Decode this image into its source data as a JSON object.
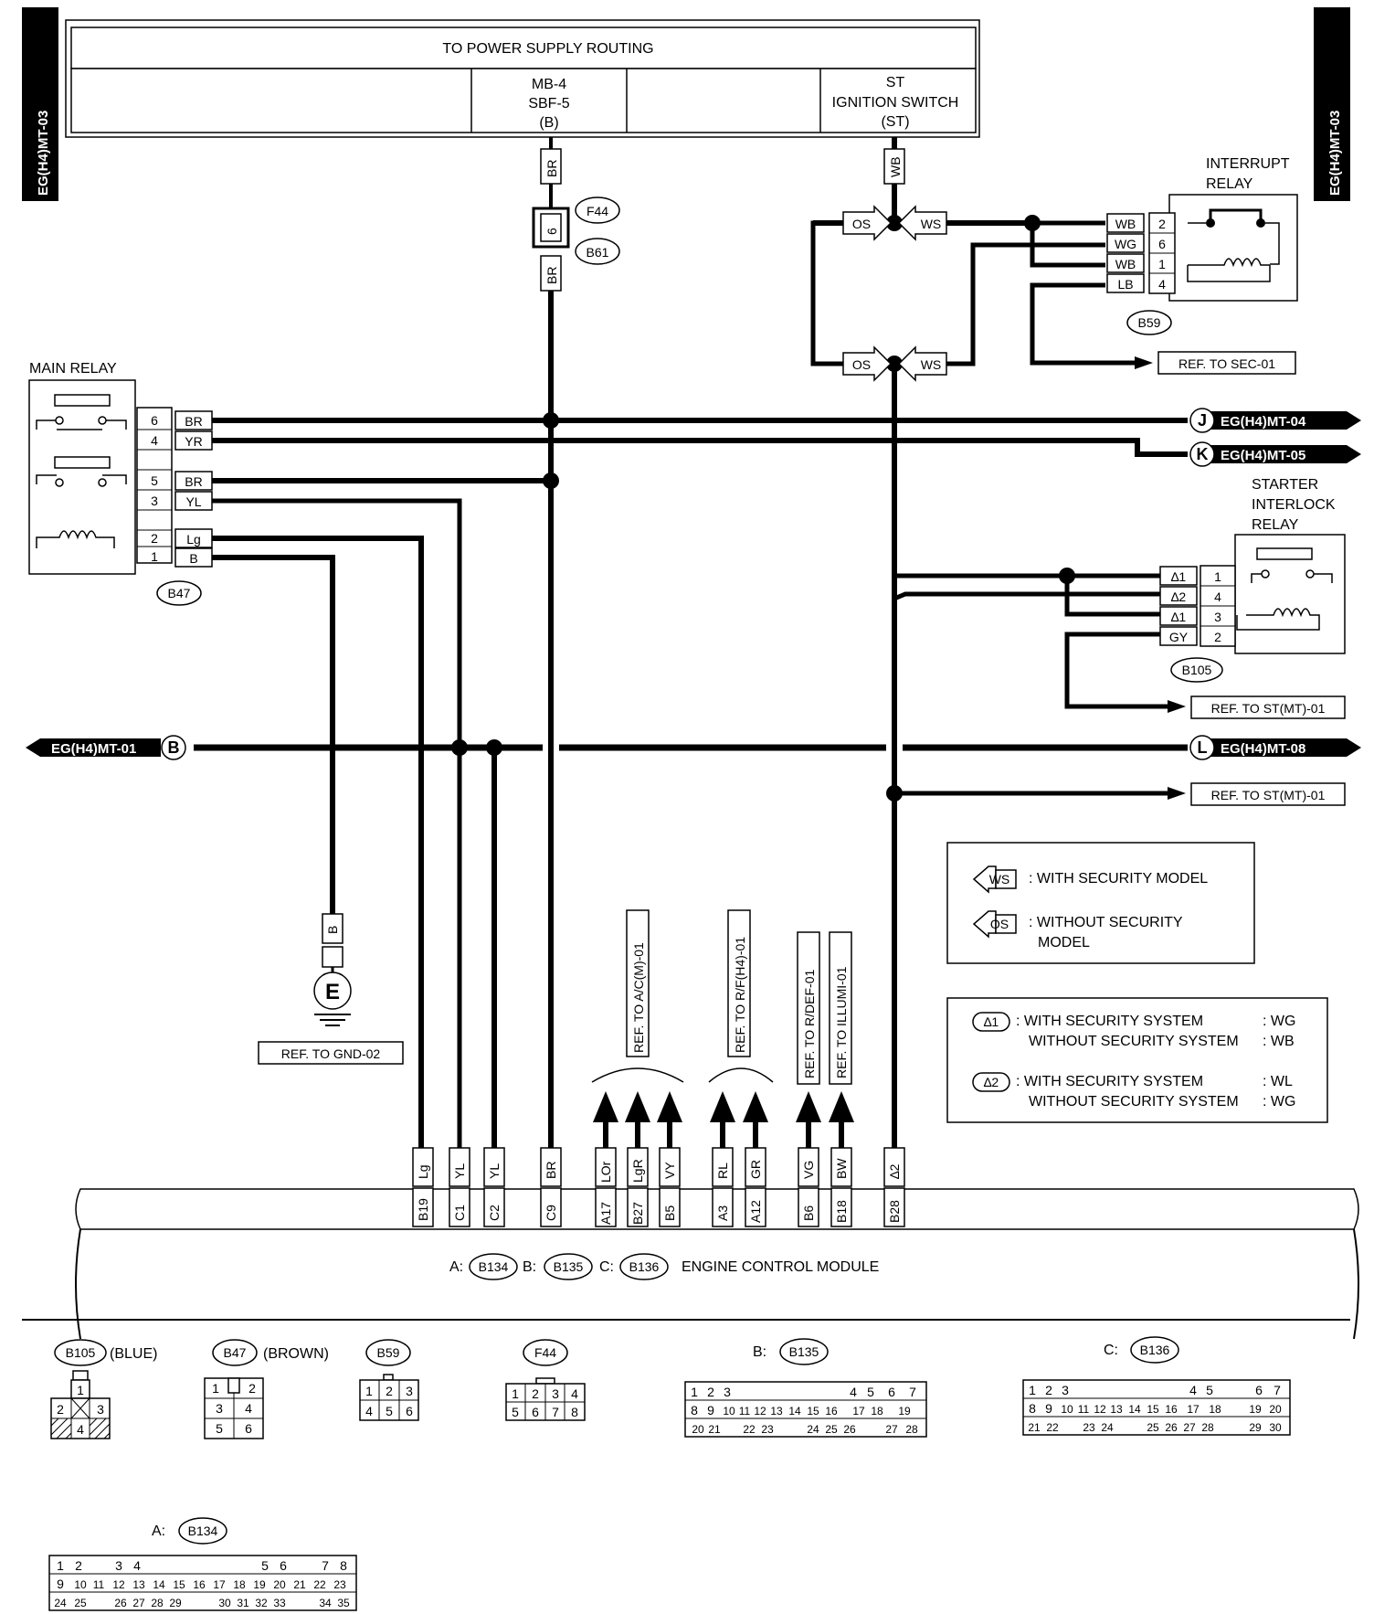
{
  "page_tags": {
    "left": "EG(H4)MT-03",
    "right": "EG(H4)MT-03"
  },
  "power_supply": {
    "title": "TO POWER SUPPLY ROUTING",
    "col1": [
      "MB-4",
      "SBF-5",
      "(B)"
    ],
    "col2": [
      "ST",
      "IGNITION SWITCH",
      "(ST)"
    ]
  },
  "main_relay": {
    "title": "MAIN RELAY",
    "connector": "B47",
    "pins": [
      {
        "pin": "6",
        "wire": "BR"
      },
      {
        "pin": "4",
        "wire": "YR"
      },
      {
        "pin": "5",
        "wire": "BR"
      },
      {
        "pin": "3",
        "wire": "YL"
      },
      {
        "pin": "2",
        "wire": "Lg"
      },
      {
        "pin": "1",
        "wire": "B"
      }
    ]
  },
  "interrupt_relay": {
    "title": [
      "INTERRUPT",
      "RELAY"
    ],
    "connector": "B59",
    "pins": [
      {
        "pin": "2",
        "wire": "WB"
      },
      {
        "pin": "6",
        "wire": "WG"
      },
      {
        "pin": "1",
        "wire": "WB"
      },
      {
        "pin": "4",
        "wire": "LB"
      }
    ]
  },
  "starter_relay": {
    "title": [
      "STARTER",
      "INTERLOCK",
      "RELAY"
    ],
    "connector": "B105",
    "pins": [
      {
        "pin": "1",
        "wire": "∆1"
      },
      {
        "pin": "4",
        "wire": "∆2"
      },
      {
        "pin": "3",
        "wire": "∆1"
      },
      {
        "pin": "2",
        "wire": "GY"
      }
    ]
  },
  "top_wires": {
    "br": "BR",
    "wb": "WB"
  },
  "fuse_connectors": {
    "pin": "6",
    "f44": "F44",
    "b61": "B61"
  },
  "os_ws": {
    "os": "OS",
    "ws": "WS"
  },
  "refs": {
    "sec": "REF. TO SEC-01",
    "st1": "REF. TO ST(MT)-01",
    "st2": "REF. TO ST(MT)-01",
    "gnd": "REF. TO GND-02",
    "ac": "REF. TO A/C(M)-01",
    "rf": "REF. TO R/F(H4)-01",
    "rdef": "REF. TO R/DEF-01",
    "illumi": "REF. TO ILLUMI-01"
  },
  "offpage": [
    {
      "letter": "J",
      "label": "EG(H4)MT-04"
    },
    {
      "letter": "K",
      "label": "EG(H4)MT-05"
    },
    {
      "letter": "L",
      "label": "EG(H4)MT-08"
    },
    {
      "letter": "B",
      "label": "EG(H4)MT-01"
    }
  ],
  "ground": {
    "wire": "B",
    "symbol": "E"
  },
  "legend1": [
    {
      "sym": "WS",
      "text": ": WITH SECURITY MODEL"
    },
    {
      "sym": "OS",
      "text": ": WITHOUT SECURITY",
      "text2": "MODEL"
    }
  ],
  "legend2": [
    {
      "sym": "∆1",
      "l1": ": WITH SECURITY SYSTEM",
      "v1": ": WG",
      "l2": "WITHOUT SECURITY SYSTEM",
      "v2": ": WB"
    },
    {
      "sym": "∆2",
      "l1": ": WITH SECURITY SYSTEM",
      "v1": ": WL",
      "l2": "WITHOUT SECURITY SYSTEM",
      "v2": ": WG"
    }
  ],
  "ecm": {
    "label": "ENGINE CONTROL MODULE",
    "prefixes": [
      "A:",
      "B:",
      "C:"
    ],
    "connectors": [
      "B134",
      "B135",
      "B136"
    ],
    "terminals": [
      {
        "wire": "Lg",
        "pin": "B19"
      },
      {
        "wire": "YL",
        "pin": "C1"
      },
      {
        "wire": "YL",
        "pin": "C2"
      },
      {
        "wire": "BR",
        "pin": "C9"
      },
      {
        "wire": "LOr",
        "pin": "A17"
      },
      {
        "wire": "LgR",
        "pin": "B27"
      },
      {
        "wire": "VY",
        "pin": "B5"
      },
      {
        "wire": "RL",
        "pin": "A3"
      },
      {
        "wire": "GR",
        "pin": "A12"
      },
      {
        "wire": "VG",
        "pin": "B6"
      },
      {
        "wire": "BW",
        "pin": "B18"
      },
      {
        "wire": "∆2",
        "pin": "B28"
      }
    ]
  },
  "conn_views": {
    "b105": {
      "name": "B105",
      "color": "(BLUE)"
    },
    "b47": {
      "name": "B47",
      "color": "(BROWN)"
    },
    "b59": {
      "name": "B59"
    },
    "f44": {
      "name": "F44"
    },
    "b135": {
      "prefix": "B:",
      "name": "B135"
    },
    "b136": {
      "prefix": "C:",
      "name": "B136"
    },
    "b134": {
      "prefix": "A:",
      "name": "B134"
    }
  }
}
